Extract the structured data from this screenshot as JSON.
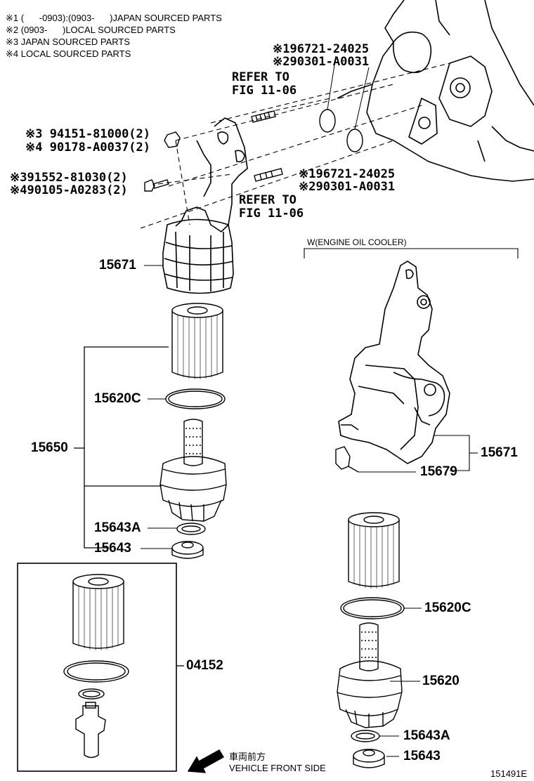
{
  "notes": [
    "※1 (      -0903):(0903-      )JAPAN SOURCED PARTS",
    "※2 (0903-      )LOCAL SOURCED PARTS",
    "※3 JAPAN SOURCED PARTS",
    "※4 LOCAL SOURCED PARTS"
  ],
  "callouts": {
    "top_right_1": "※196721-24025",
    "top_right_2": "※290301-A0031",
    "refer_top_1": "REFER TO",
    "refer_top_2": "FIG 11-06",
    "bolt_a_1": "※3 94151-81000(2)",
    "bolt_a_2": "※4 90178-A0037(2)",
    "bolt_b_1": "※391552-81030(2)",
    "bolt_b_2": "※490105-A0283(2)",
    "mid_right_1": "※196721-24025",
    "mid_right_2": "※290301-A0031",
    "refer_mid_1": "REFER TO",
    "refer_mid_2": "FIG 11-06"
  },
  "parts_left": {
    "p15671": "15671",
    "p15620c": "15620C",
    "p15650": "15650",
    "p15643a": "15643A",
    "p15643": "15643",
    "p04152": "04152"
  },
  "parts_right": {
    "header": "W(ENGINE OIL COOLER)",
    "p15671": "15671",
    "p15679": "15679",
    "p15620c": "15620C",
    "p15620": "15620",
    "p15643a": "15643A",
    "p15643": "15643"
  },
  "direction": {
    "jp": "車両前方",
    "en": "VEHICLE FRONT SIDE"
  },
  "figure_id": "151491E"
}
